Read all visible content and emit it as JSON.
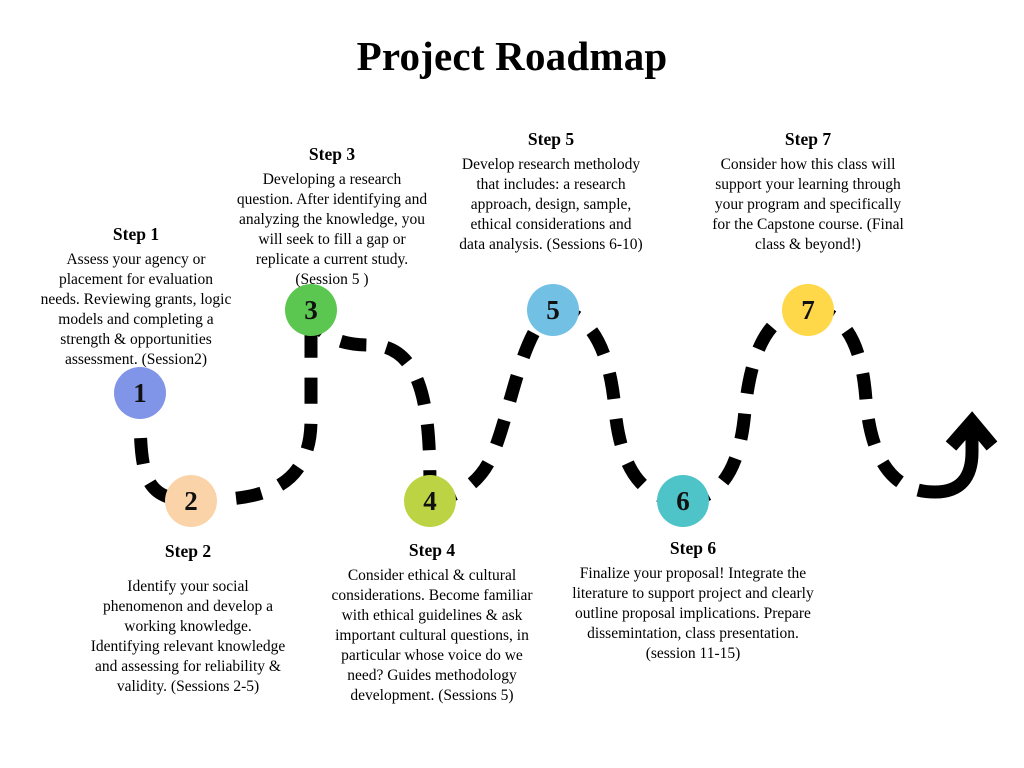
{
  "title": "Project Roadmap",
  "diagram": {
    "type": "serpentine-roadmap",
    "path_style": "dashed",
    "path_color": "#000000",
    "arrow_direction": "up",
    "arrow_name": "end-arrow-icon"
  },
  "steps": [
    {
      "number": "1",
      "heading": "Step 1",
      "body": "Assess your agency or placement for evaluation needs. Reviewing grants, logic models and completing a strength & opportunities assessment. (Session2)",
      "color": "#8094e8"
    },
    {
      "number": "2",
      "heading": "Step 2",
      "body": "Identify your social phenomenon and develop a working knowledge. Identifying relevant knowledge and assessing for reliability & validity. (Sessions 2-5)",
      "color": "#fad4a8"
    },
    {
      "number": "3",
      "heading": "Step 3",
      "body": "Developing a research question. After identifying and analyzing the knowledge, you will seek to fill a gap or replicate a current study. (Session 5 )",
      "color": "#5cc750"
    },
    {
      "number": "4",
      "heading": "Step 4",
      "body": "Consider ethical & cultural considerations. Become familiar with ethical guidelines & ask important cultural questions, in particular whose voice do we need? Guides methodology development. (Sessions 5)",
      "color": "#bcd444"
    },
    {
      "number": "5",
      "heading": "Step 5",
      "body": "Develop research metholody that includes: a research approach, design, sample, ethical considerations and data analysis. (Sessions 6-10)",
      "color": "#72c1e4"
    },
    {
      "number": "6",
      "heading": "Step 6",
      "body": "Finalize your proposal! Integrate the literature to support project and clearly outline proposal implications. Prepare dissemintation, class presentation. (session 11-15)",
      "color": "#4ec3c8"
    },
    {
      "number": "7",
      "heading": "Step 7",
      "body": "Consider how this class will support your learning through your program and specifically for the Capstone course. (Final class & beyond!)",
      "color": "#ffd84a"
    }
  ]
}
